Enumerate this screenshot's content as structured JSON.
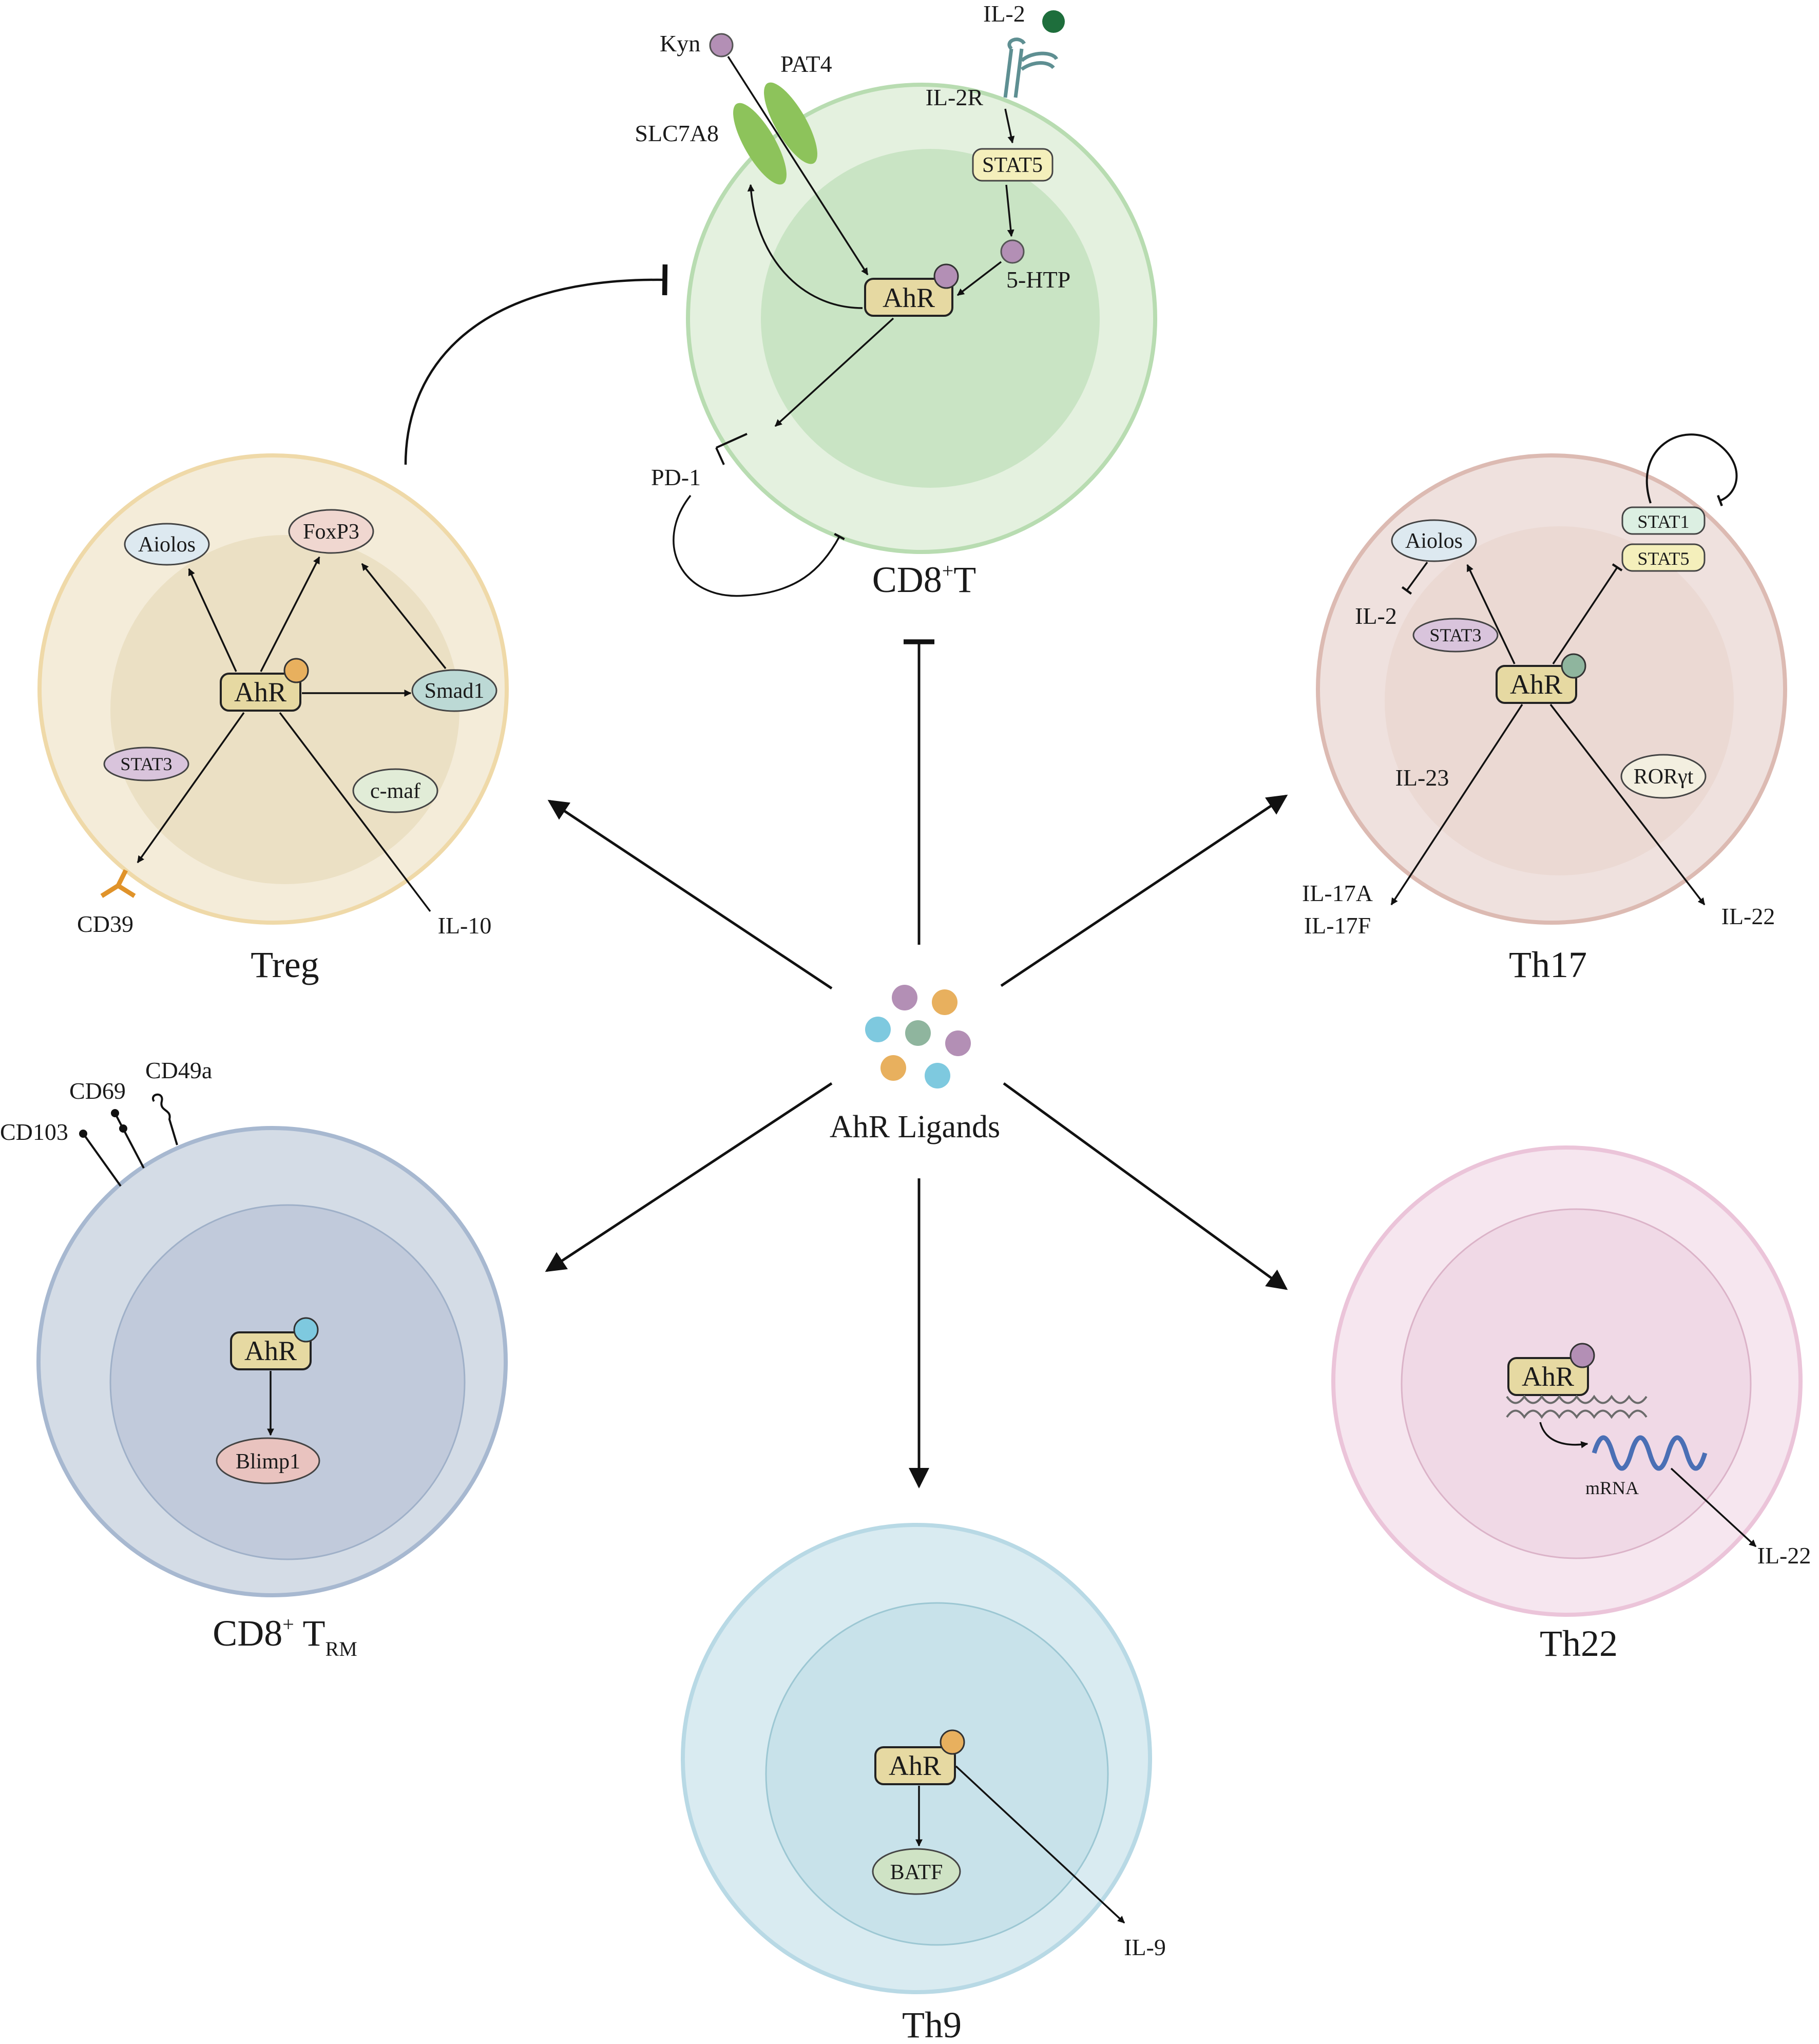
{
  "colors": {
    "cd8t_outer": "#e4f1df",
    "cd8t_inner": "#c9e4c4",
    "cd8t_border": "#b8dcb1",
    "treg_outer": "#f4ecd9",
    "treg_inner": "#ebe0c4",
    "treg_border": "#efd9a8",
    "th17_outer": "#efe1de",
    "th17_inner": "#ebd9d3",
    "th17_border": "#dcbab2",
    "trm_outer": "#d4dce6",
    "trm_inner": "#c1cadb",
    "trm_border": "#a7b8d0",
    "th22_outer": "#f6e6ef",
    "th22_inner": "#f0d9e6",
    "th22_border": "#ebc4d9",
    "th9_outer": "#d9ebf1",
    "th9_inner": "#c8e2ea",
    "th9_border": "#b8d9e5",
    "ahr_box": "#e6d9a2",
    "lig_purple": "#b38fb5",
    "lig_orange": "#e8b05e",
    "lig_blue": "#7ec9df",
    "lig_green": "#8fb59e",
    "il2_dot": "#1e6e3c",
    "transporter": "#8dc35b",
    "receptor": "#5e8f92",
    "cd39": "#e0932a",
    "mrna": "#4a6fb5",
    "dna": "#6b6b6b"
  },
  "center": {
    "label": "AhR Ligands"
  },
  "cells": {
    "cd8t": {
      "title_main": "CD8",
      "title_sup": "+",
      "title_end": "T",
      "ahr": "AhR",
      "kyn": "Kyn",
      "pat4": "PAT4",
      "slc7a8": "SLC7A8",
      "il2": "IL-2",
      "il2r": "IL-2R",
      "stat5": "STAT5",
      "htp": "5-HTP",
      "pd1": "PD-1"
    },
    "treg": {
      "title": "Treg",
      "ahr": "AhR",
      "aiolos": "Aiolos",
      "foxp3": "FoxP3",
      "smad1": "Smad1",
      "stat3": "STAT3",
      "cmaf": "c-maf",
      "cd39": "CD39",
      "il10": "IL-10"
    },
    "th17": {
      "title": "Th17",
      "ahr": "AhR",
      "aiolos": "Aiolos",
      "il2": "IL-2",
      "stat1": "STAT1",
      "stat5": "STAT5",
      "stat3": "STAT3",
      "il23": "IL-23",
      "rorgt": "RORγt",
      "il17a": "IL-17A",
      "il17f": "IL-17F",
      "il22": "IL-22"
    },
    "trm": {
      "title_main": "CD8",
      "title_sup": "+",
      "title_t": " T",
      "title_sub": "RM",
      "ahr": "AhR",
      "blimp1": "Blimp1",
      "cd103": "CD103",
      "cd69": "CD69",
      "cd49a": "CD49a"
    },
    "th22": {
      "title": "Th22",
      "ahr": "AhR",
      "mrna": "mRNA",
      "il22": "IL-22"
    },
    "th9": {
      "title": "Th9",
      "ahr": "AhR",
      "batf": "BATF",
      "il9": "IL-9"
    }
  }
}
